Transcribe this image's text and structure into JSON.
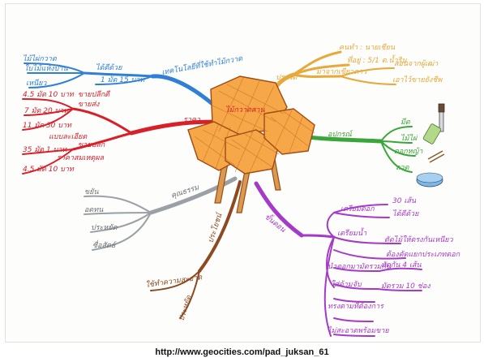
{
  "center": {
    "label": "ไม้กวาดสาน"
  },
  "source_url": "http://www.geocities.com/pad_juksan_61",
  "colors": {
    "blue": "#2f7fd6",
    "orange": "#e8a83a",
    "green": "#3aa63a",
    "red": "#d8202a",
    "gray": "#9aa0a6",
    "brown": "#8b4a22",
    "purple": "#a63ac8",
    "hex_fill": "#f6a848",
    "hex_stroke": "#a04a14",
    "stick": "#d89a52"
  },
  "branches": {
    "blue": {
      "main": "เทคโนโลยีที่ใช้ทำไม้กวาด",
      "mid": [
        "ได้ดีด้วย",
        "1 มัด 15 บาท"
      ],
      "leaves": [
        "ไม้ไผ่กวาด",
        "ใบไม้แห้งบ้าน",
        "เหนียว"
      ]
    },
    "orange": {
      "main": "ประวัติ",
      "mid": [
        "คนทำ : นายเชียน",
        "ที่อยู่ : 5/1 ต.น้ำริน",
        "มาจากเขียวดาว"
      ],
      "leaves": [
        "สอนจากผู้เฒ่า",
        "เอาไว้ขายยังชีพ"
      ]
    },
    "green": {
      "main": "อุปกรณ์",
      "leaves": [
        "มีด",
        "ไม้ไผ่",
        "ดอกหญ้า",
        "ลวด"
      ]
    },
    "red": {
      "main": "ราคา",
      "mid": [
        "ขายส่ง",
        "ขายปลีก"
      ],
      "leaves": [
        "4.5 มัด 10 บาท",
        "ขายปลีกดี",
        "7 มัด 20 บาท",
        "11 มัด 30 บาท",
        "แบบละเอียด",
        "35 มัด 1 บาท",
        "ราคาสมเหตุผล",
        "4.5 มัด 10 บาท"
      ]
    },
    "gray": {
      "main": "คุณธรรม",
      "leaves": [
        "ขยัน",
        "อดทน",
        "ประหยัด",
        "ซื่อสัตย์"
      ]
    },
    "brown": {
      "main": "ประโยชน์",
      "leaves": [
        "ใช้ทำความสะอาด",
        "ประหยัด"
      ]
    },
    "purple": {
      "main": "ขั้นตอน",
      "leaves": [
        "เตรียมดอก",
        "30 เส้น",
        "ได้ดีด้วย",
        "เตรียมน้ำ",
        "ตัดไม้ให้ตรงกันเหนียว",
        "ต้องคัดแยกประเภทดอก",
        "นำดอกมามัดรวมกัน",
        "มัดกัน 4 เส้น",
        "มัดรวม 10 ช่อง",
        "ใส่ด้ามจับ",
        "ทรงตามที่ต้องการ",
        "ไม่สะอาดพร้อมขาย"
      ]
    }
  }
}
